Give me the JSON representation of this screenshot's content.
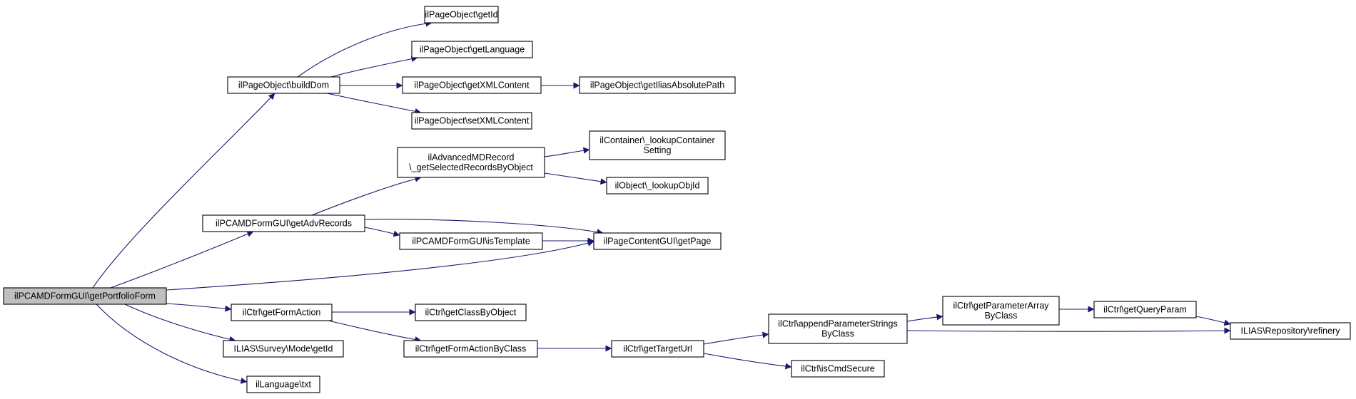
{
  "colors": {
    "root_fill": "#bfbfbf",
    "node_fill": "#ffffff",
    "node_stroke": "#000000",
    "edge": "#191970"
  },
  "nodes": [
    {
      "id": "n0",
      "lines": [
        "ilPCAMDFormGUI\\getPortfolioForm"
      ],
      "root": true
    },
    {
      "id": "n1",
      "lines": [
        "ilPageObject\\buildDom"
      ]
    },
    {
      "id": "n2",
      "lines": [
        "ilPageObject\\getId"
      ]
    },
    {
      "id": "n3",
      "lines": [
        "ilPageObject\\getLanguage"
      ]
    },
    {
      "id": "n4",
      "lines": [
        "ilPageObject\\getXMLContent"
      ]
    },
    {
      "id": "n5",
      "lines": [
        "ilPageObject\\getIliasAbsolutePath"
      ]
    },
    {
      "id": "n6",
      "lines": [
        "ilPageObject\\setXMLContent"
      ]
    },
    {
      "id": "n7",
      "lines": [
        "ilAdvancedMDRecord",
        "\\_getSelectedRecordsByObject"
      ]
    },
    {
      "id": "n8",
      "lines": [
        "ilContainer\\_lookupContainer",
        "Setting"
      ]
    },
    {
      "id": "n9",
      "lines": [
        "ilObject\\_lookupObjId"
      ]
    },
    {
      "id": "n10",
      "lines": [
        "ilPCAMDFormGUI\\getAdvRecords"
      ]
    },
    {
      "id": "n11",
      "lines": [
        "ilPCAMDFormGUI\\isTemplate"
      ]
    },
    {
      "id": "n12",
      "lines": [
        "ilPageContentGUI\\getPage"
      ]
    },
    {
      "id": "n13",
      "lines": [
        "ilCtrl\\getFormAction"
      ]
    },
    {
      "id": "n14",
      "lines": [
        "ilCtrl\\getClassByObject"
      ]
    },
    {
      "id": "n15",
      "lines": [
        "ilCtrl\\getFormActionByClass"
      ]
    },
    {
      "id": "n16",
      "lines": [
        "ilCtrl\\getTargetUrl"
      ]
    },
    {
      "id": "n17",
      "lines": [
        "ilCtrl\\appendParameterStrings",
        "ByClass"
      ]
    },
    {
      "id": "n18",
      "lines": [
        "ilCtrl\\getParameterArray",
        "ByClass"
      ]
    },
    {
      "id": "n19",
      "lines": [
        "ilCtrl\\getQueryParam"
      ]
    },
    {
      "id": "n20",
      "lines": [
        "ILIAS\\Repository\\refinery"
      ]
    },
    {
      "id": "n21",
      "lines": [
        "ilCtrl\\isCmdSecure"
      ]
    },
    {
      "id": "n22",
      "lines": [
        "ILIAS\\Survey\\Mode\\getId"
      ]
    },
    {
      "id": "n23",
      "lines": [
        "ilLanguage\\txt"
      ]
    }
  ],
  "edges": [
    {
      "id": "e0_1",
      "from": "n0",
      "to": "n1"
    },
    {
      "id": "e0_10",
      "from": "n0",
      "to": "n10"
    },
    {
      "id": "e0_12",
      "from": "n0",
      "to": "n12"
    },
    {
      "id": "e0_13",
      "from": "n0",
      "to": "n13"
    },
    {
      "id": "e0_22",
      "from": "n0",
      "to": "n22"
    },
    {
      "id": "e0_23",
      "from": "n0",
      "to": "n23"
    },
    {
      "id": "e1_2",
      "from": "n1",
      "to": "n2"
    },
    {
      "id": "e1_3",
      "from": "n1",
      "to": "n3"
    },
    {
      "id": "e1_4",
      "from": "n1",
      "to": "n4"
    },
    {
      "id": "e1_6",
      "from": "n1",
      "to": "n6"
    },
    {
      "id": "e4_5",
      "from": "n4",
      "to": "n5"
    },
    {
      "id": "e10_7",
      "from": "n10",
      "to": "n7"
    },
    {
      "id": "e10_11",
      "from": "n10",
      "to": "n11"
    },
    {
      "id": "e10_12",
      "from": "n10",
      "to": "n12"
    },
    {
      "id": "e7_8",
      "from": "n7",
      "to": "n8"
    },
    {
      "id": "e7_9",
      "from": "n7",
      "to": "n9"
    },
    {
      "id": "e11_12",
      "from": "n11",
      "to": "n12"
    },
    {
      "id": "e13_14",
      "from": "n13",
      "to": "n14"
    },
    {
      "id": "e13_15",
      "from": "n13",
      "to": "n15"
    },
    {
      "id": "e15_16",
      "from": "n15",
      "to": "n16"
    },
    {
      "id": "e16_17",
      "from": "n16",
      "to": "n17"
    },
    {
      "id": "e16_21",
      "from": "n16",
      "to": "n21"
    },
    {
      "id": "e17_18",
      "from": "n17",
      "to": "n18"
    },
    {
      "id": "e17_20",
      "from": "n17",
      "to": "n20"
    },
    {
      "id": "e18_19",
      "from": "n18",
      "to": "n19"
    },
    {
      "id": "e19_20",
      "from": "n19",
      "to": "n20"
    }
  ]
}
